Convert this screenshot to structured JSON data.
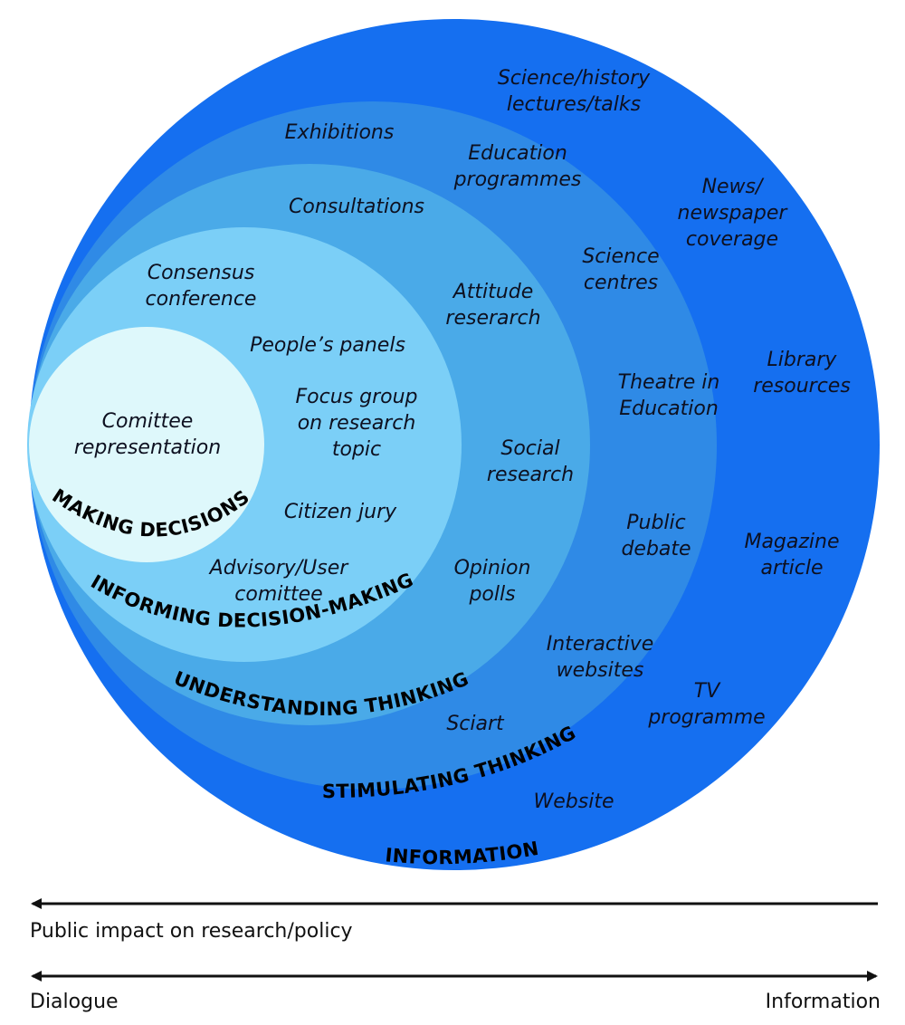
{
  "colors": {
    "outer": "#156ff0",
    "ring2": "#2f8ae6",
    "ring3": "#4aaae8",
    "ring4": "#7bcff7",
    "inner": "#def8fb",
    "text": "#0d1020",
    "arrow": "#111111"
  },
  "rings": {
    "information": "INFORMATION",
    "stimulating_thinking": "STIMULATING THINKING",
    "understanding_thinking": "UNDERSTANDING THINKING",
    "informing_decision_making": "INFORMING DECISION-MAKING",
    "making_decisions": "MAKING DECISIONS"
  },
  "items": {
    "science_history_lectures": [
      "Science/history",
      "lectures/talks"
    ],
    "news_coverage": [
      "News/",
      "newspaper",
      "coverage"
    ],
    "library_resources": [
      "Library",
      "resources"
    ],
    "magazine_article": [
      "Magazine",
      "article"
    ],
    "tv_programme": [
      "TV",
      "programme"
    ],
    "website": [
      "Website"
    ],
    "exhibitions": [
      "Exhibitions"
    ],
    "education_programmes": [
      "Education",
      "programmes"
    ],
    "science_centres": [
      "Science",
      "centres"
    ],
    "theatre_in_education": [
      "Theatre in",
      "Education"
    ],
    "public_debate": [
      "Public",
      "debate"
    ],
    "interactive_websites": [
      "Interactive",
      "websites"
    ],
    "sciart": [
      "Sciart"
    ],
    "consultations": [
      "Consultations"
    ],
    "attitude_research": [
      "Attitude",
      "reserarch"
    ],
    "social_research": [
      "Social",
      "research"
    ],
    "opinion_polls": [
      "Opinion",
      "polls"
    ],
    "consensus_conference": [
      "Consensus",
      "conference"
    ],
    "peoples_panels": [
      "People’s panels"
    ],
    "focus_group": [
      "Focus group",
      "on research",
      "topic"
    ],
    "citizen_jury": [
      "Citizen jury"
    ],
    "advisory_user_comittee": [
      "Advisory/User",
      "comittee"
    ],
    "comittee_representation": [
      "Comittee",
      "representation"
    ]
  },
  "axis": {
    "top_label": "Public impact on research/policy",
    "left_label": "Dialogue",
    "right_label": "Information"
  }
}
